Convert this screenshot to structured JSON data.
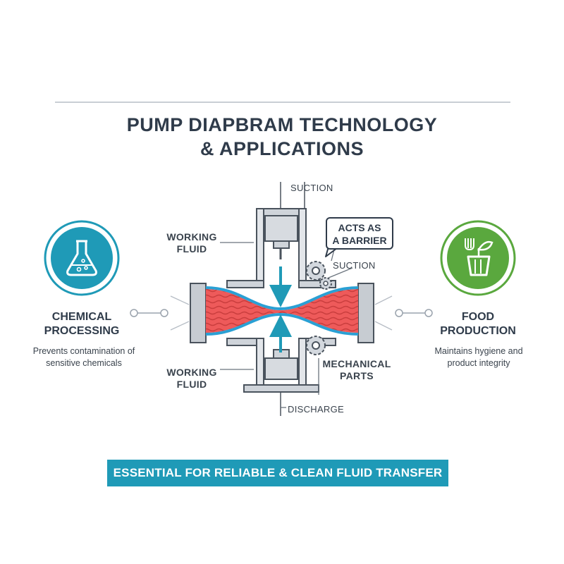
{
  "title": {
    "line1": "PUMP DIAPBRAM TECHNOLOGY",
    "line2": "& APPLICATIONS"
  },
  "diagram": {
    "suction_top": "SUCTION",
    "suction_right": "SUCTION",
    "working_fluid_top": "WORKING\nFLUID",
    "working_fluid_bottom": "WORKING\nFLUID",
    "callout": "ACTS AS\nA BARRIER",
    "mechanical_parts": "MECHANICAL\nPARTS",
    "discharge": "DISCHARGE"
  },
  "left": {
    "icon": "flask-icon",
    "title": "CHEMICAL\nPROCESSING",
    "description": "Prevents contamination of\nsensitive chemicals"
  },
  "right": {
    "icon": "plant-pot-icon",
    "title": "FOOD\nPRODUCTION",
    "description": "Maintains hygiene and\nproduct integrity"
  },
  "banner": "ESSENTIAL FOR RELIABLE & CLEAN FLUID TRANSFER",
  "colors": {
    "accent_blue": "#1f9ab7",
    "accent_green": "#5aa83e",
    "fluid_red": "#ee5a5a",
    "diaphragm_blue": "#2aa0d4",
    "dark": "#2f3b4a"
  }
}
